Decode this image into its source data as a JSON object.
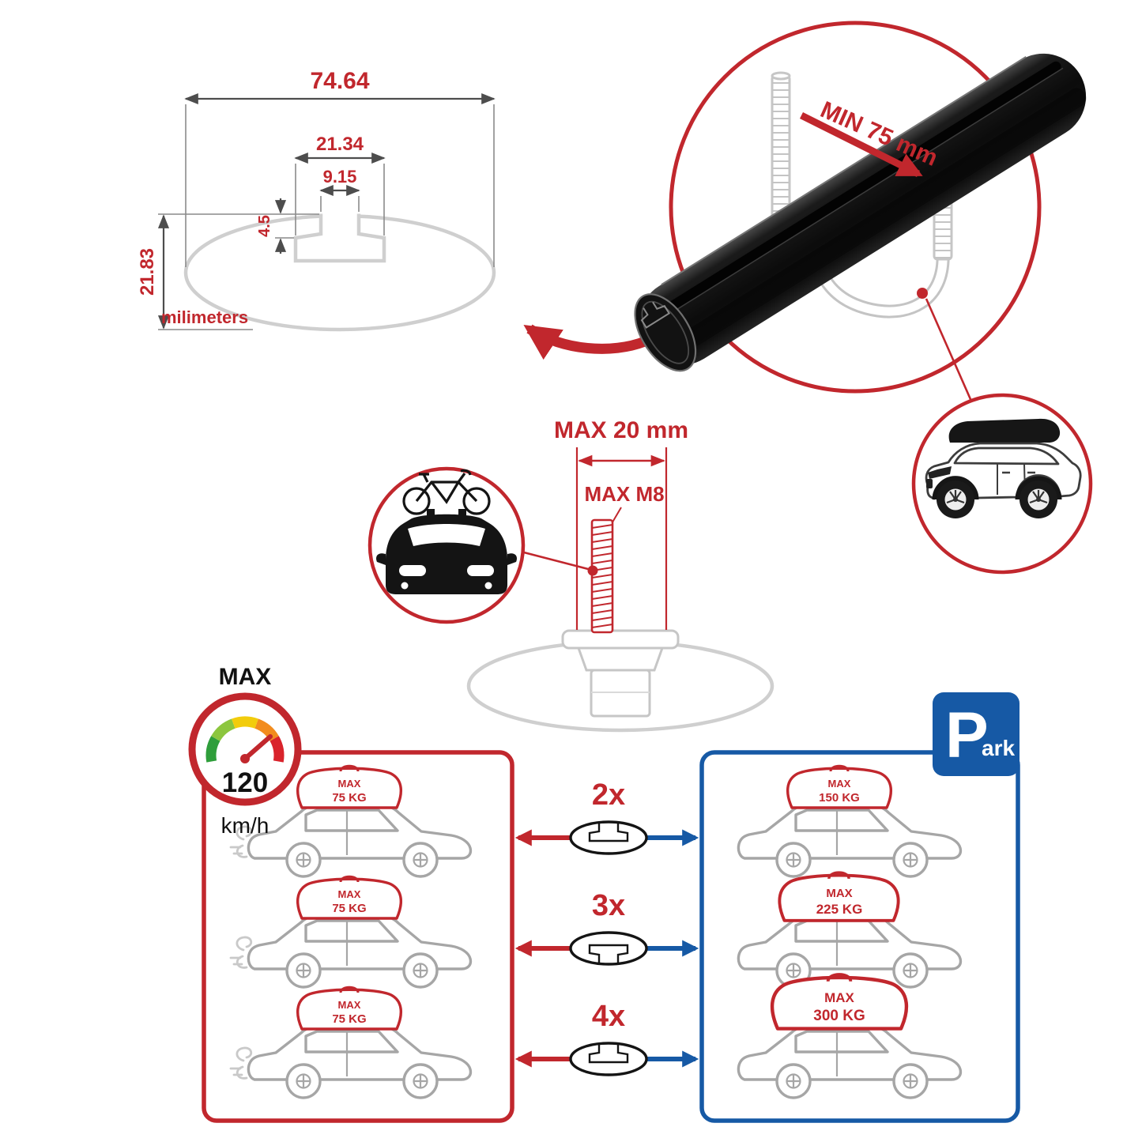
{
  "colors": {
    "accent_red": "#C1272D",
    "accent_blue": "#1659A5",
    "bar_black": "#141414",
    "outline_gray": "#C9C9C9"
  },
  "icons": {
    "speedometer": "speedometer-gauge",
    "parking": "parking-sign",
    "bicycle": "bicycle",
    "car_front": "car-front-silhouette",
    "suv_roofbox": "suv-with-roof-box",
    "crossbar_end": "crossbar-cross-section-ellipse"
  },
  "dimension_diagram": {
    "total_width": "74.64",
    "channel_outer_width": "21.34",
    "channel_opening_width": "9.15",
    "channel_depth": "4.5",
    "total_height": "21.83",
    "units_label": "milimeters"
  },
  "clamp_detail": {
    "min_grip_label": "MIN 75 mm"
  },
  "bolt_detail": {
    "max_length_label": "MAX 20 mm",
    "max_thread_label": "MAX M8"
  },
  "speed_limit": {
    "label": "MAX",
    "value": "120",
    "unit": "km/h"
  },
  "park_sign": {
    "letter": "P",
    "suffix": "ark"
  },
  "load_comparison": {
    "multipliers": [
      "2x",
      "3x",
      "4x"
    ],
    "driving_cars": [
      {
        "max_label": "MAX",
        "load": "75 KG"
      },
      {
        "max_label": "MAX",
        "load": "75 KG"
      },
      {
        "max_label": "MAX",
        "load": "75 KG"
      }
    ],
    "parked_cars": [
      {
        "max_label": "MAX",
        "load": "150 KG"
      },
      {
        "max_label": "MAX",
        "load": "225 KG"
      },
      {
        "max_label": "MAX",
        "load": "300 KG"
      }
    ]
  }
}
